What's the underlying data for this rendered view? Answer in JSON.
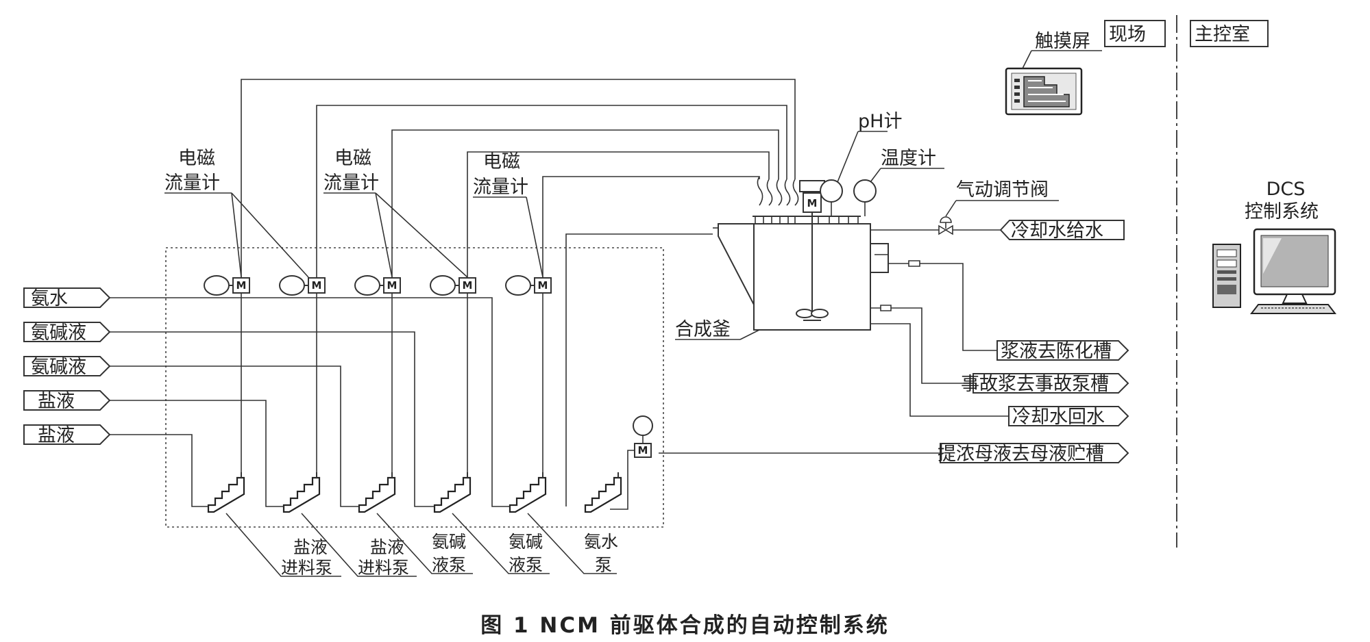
{
  "zones": {
    "field": "现场",
    "control_room": "主控室"
  },
  "touch_screen": "触摸屏",
  "dcs": {
    "line1": "DCS",
    "line2": "控制系统"
  },
  "instruments": {
    "flowmeter_line1": "电磁",
    "flowmeter_line2": "流量计",
    "ph_meter": "pH计",
    "thermometer": "温度计",
    "valve": "气动调节阀",
    "motor": "M"
  },
  "reactor": "合成釜",
  "inputs": [
    "氨水",
    "氨碱液",
    "氨碱液",
    "盐液",
    "盐液"
  ],
  "outputs": [
    "冷却水给水",
    "浆液去陈化槽",
    "事故浆去事故泵槽",
    "冷却水回水",
    "提浓母液去母液贮槽"
  ],
  "pumps": [
    {
      "line1": "盐液",
      "line2": "进料泵"
    },
    {
      "line1": "盐液",
      "line2": "进料泵"
    },
    {
      "line1": "氨碱",
      "line2": "液泵"
    },
    {
      "line1": "氨碱",
      "line2": "液泵"
    },
    {
      "line1": "氨水",
      "line2": "泵"
    }
  ],
  "caption": "图 1   NCM 前驱体合成的自动控制系统"
}
